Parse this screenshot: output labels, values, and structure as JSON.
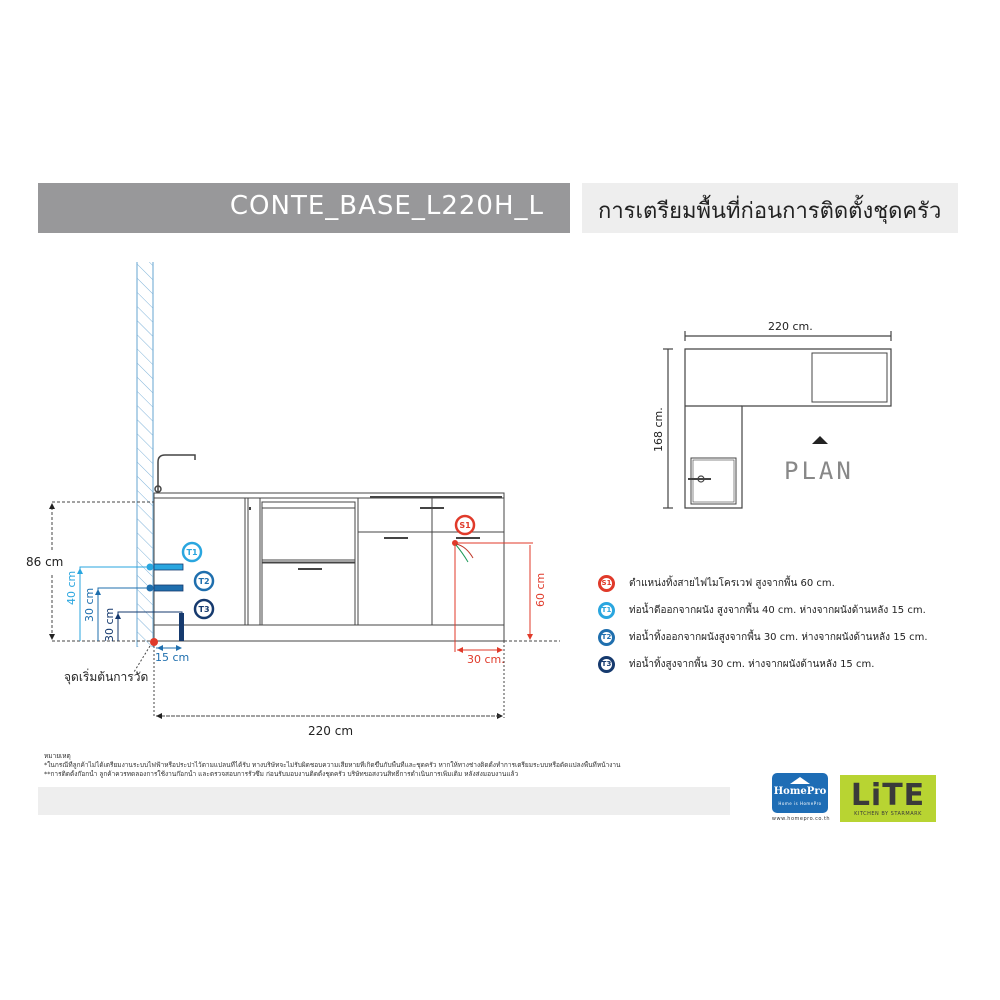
{
  "header": {
    "model_code": "CONTE_BASE_L220H_L",
    "title_th": "การเตรียมพื้นที่ก่อนการติดตั้งชุดครัว"
  },
  "elevation": {
    "height_label": "86 cm",
    "t1_height_label": "40 cm",
    "t2_height_label": "30 cm",
    "t3_height_label": "30 cm",
    "wall_offset_label": "15 cm",
    "origin_label": "จุดเริ่มต้นการวัด",
    "total_width_label": "220 cm",
    "s1_height_label": "60 cm",
    "s1_offset_label": "30 cm."
  },
  "plan": {
    "width_label": "220 cm.",
    "depth_label": "168 cm.",
    "plan_label": "PLAN"
  },
  "markers": {
    "s1": {
      "code": "S1",
      "color": "#e03a2a"
    },
    "t1": {
      "code": "T1",
      "color": "#2aa6df"
    },
    "t2": {
      "code": "T2",
      "color": "#1f6fae"
    },
    "t3": {
      "code": "T3",
      "color": "#163a6e"
    }
  },
  "legend": [
    {
      "code": "S1",
      "color": "#e03a2a",
      "text": "ตำแหน่งทิ้งสายไฟไมโครเวฟ สูงจากพื้น 60 cm."
    },
    {
      "code": "T1",
      "color": "#2aa6df",
      "text": "ท่อน้ำดีออกจากผนัง สูงจากพื้น 40 cm. ห่างจากผนังด้านหลัง 15 cm."
    },
    {
      "code": "T2",
      "color": "#1f6fae",
      "text": "ท่อน้ำทิ้งออกจากผนังสูงจากพื้น 30 cm. ห่างจากผนังด้านหลัง 15 cm."
    },
    {
      "code": "T3",
      "color": "#163a6e",
      "text": "ท่อน้ำทิ้งสูงจากพื้น 30 cm. ห่างจากผนังด้านหลัง 15 cm."
    }
  ],
  "notes": {
    "heading": "หมายเหตุ",
    "line1": "*ในกรณีที่ลูกค้าไม่ได้เตรียมงานระบบไฟฟ้าหรือประปาไว้ตามแปลนที่ได้รับ ทางบริษัทจะไม่รับผิดชอบความเสียหายที่เกิดขึ้นกับพื้นที่และชุดครัว หากให้ทางช่างติดตั้งทำการเตรียมระบบหรือดัดแปลงพื้นที่หน้างาน",
    "line2": "**การติดตั้งก๊อกน้ำ ลูกค้าควรทดลองการใช้งานก๊อกน้ำ และตรวจสอบการรั่วซึม ก่อนรับมอบงานติดตั้งชุดครัว บริษัทขอสงวนสิทธิ์การดำเนินการเพิ่มเติม หลังส่งมอบงานแล้ว"
  },
  "logos": {
    "homepro_name": "HomePro",
    "homepro_tagline": "Home is HomePro",
    "homepro_url": "www.homepro.co.th",
    "lite_name": "LiTE",
    "lite_tagline": "KITCHEN BY STARMARK"
  }
}
